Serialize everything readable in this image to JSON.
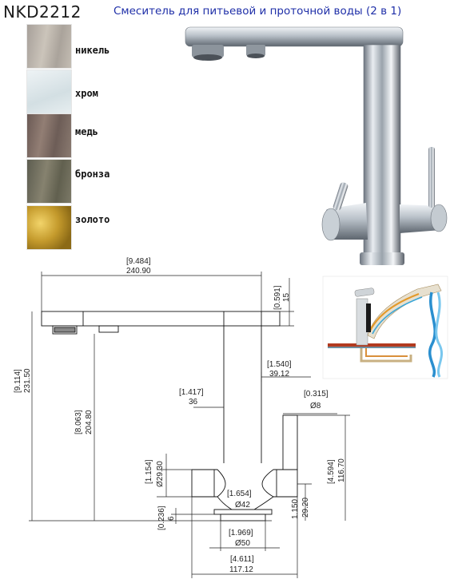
{
  "header": {
    "model": "NKD2212",
    "subtitle": "Смеситель для питьевой и проточной воды (2 в 1)"
  },
  "finishes": [
    {
      "label": "никель",
      "color": "#b9b2a8"
    },
    {
      "label": "хром",
      "color": "#dde6ea"
    },
    {
      "label": "медь",
      "color": "#7d6a62"
    },
    {
      "label": "бронза",
      "color": "#6f6d5d"
    },
    {
      "label": "золото",
      "color": "#c39b2e"
    }
  ],
  "dimensions": {
    "overall_width_in": "[9.484]",
    "overall_width_mm": "240.90",
    "top_thickness_in": "[0.591]",
    "top_thickness_mm": "15",
    "total_height_in": "[9.114]",
    "total_height_mm": "231.50",
    "spout_height_in": "[8.063]",
    "spout_height_mm": "204.80",
    "spout_offset_in": "[1.540]",
    "spout_offset_mm": "39.12",
    "body_dia_in": "[1.417]",
    "body_dia_mm": "36",
    "lever_dia_in": "[0.315]",
    "lever_dia_mm": "Ø8",
    "lever_height_in": "[4.594]",
    "lever_height_mm": "116.70",
    "handle_dia_in": "[1.154]",
    "handle_dia_mm": "Ø29.30",
    "neck_dia_in": "[1.654]",
    "neck_dia_mm": "Ø42",
    "handle_base_in": "1.150",
    "handle_base_mm": "29.20",
    "base_thickness_in": "[0.236]",
    "base_thickness_mm": "6",
    "base_dia_in": "[1.969]",
    "base_dia_mm": "Ø50",
    "handles_span_in": "[4.611]",
    "handles_span_mm": "117.12"
  }
}
